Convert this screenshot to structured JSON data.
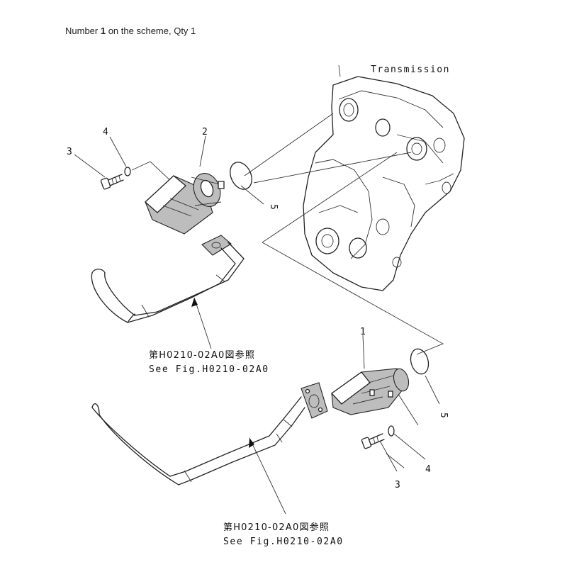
{
  "header": {
    "prefix": "Number ",
    "number": "1",
    "suffix": " on the scheme, Qty 1"
  },
  "diagram": {
    "transmission_label": "Transmission",
    "callouts": {
      "upper_3": "3",
      "upper_4": "4",
      "upper_2": "2",
      "upper_5": "5",
      "lower_1": "1",
      "lower_5": "5",
      "lower_4": "4",
      "lower_3": "3"
    },
    "upper_ref": {
      "cjk_line": "第H0210-02A0図参照",
      "en_line": "See Fig.H0210-02A0"
    },
    "lower_ref": {
      "cjk_line": "第H0210-02A0図参照",
      "en_line": "See Fig.H0210-02A0"
    }
  },
  "colors": {
    "line": "#222222",
    "shade": "#bdbdbd",
    "background": "#ffffff"
  }
}
